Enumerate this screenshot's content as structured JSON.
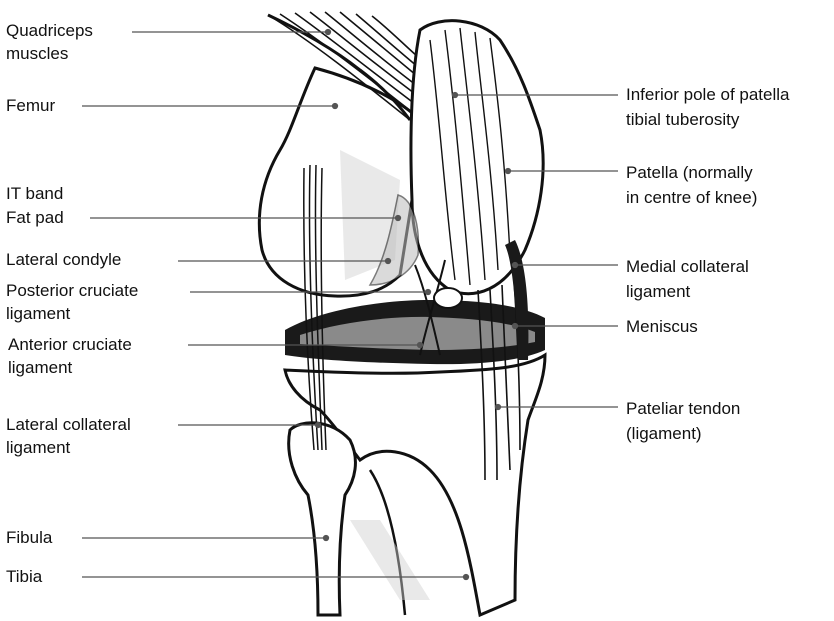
{
  "diagram": {
    "labels_left": {
      "quadriceps_1": "Quadriceps",
      "quadriceps_2": "muscles",
      "femur": "Femur",
      "it_band": "IT band",
      "fat_pad": "Fat pad",
      "lateral_condyle": "Lateral condyle",
      "pcl_1": "Posterior cruciate",
      "pcl_2": "ligament",
      "acl_1": "Anterior cruciate",
      "acl_2": "ligament",
      "lcl_1": "Lateral collateral",
      "lcl_2": "ligament",
      "fibula": "Fibula",
      "tibia": "Tibia"
    },
    "labels_right": {
      "inferior_pole_1": "Inferior pole of patella",
      "inferior_pole_2": "tibial tuberosity",
      "patella_1": "Patella (normally",
      "patella_2": "in centre of knee)",
      "mcl_1": "Medial collateral",
      "mcl_2": "ligament",
      "meniscus": "Meniscus",
      "patellar_tendon_1": "Pateliar tendon",
      "patellar_tendon_2": "(ligament)"
    },
    "colors": {
      "ink": "#111111",
      "leader": "#555555",
      "bone_fill": "#ffffff",
      "shade": "#7a7a7a"
    }
  }
}
